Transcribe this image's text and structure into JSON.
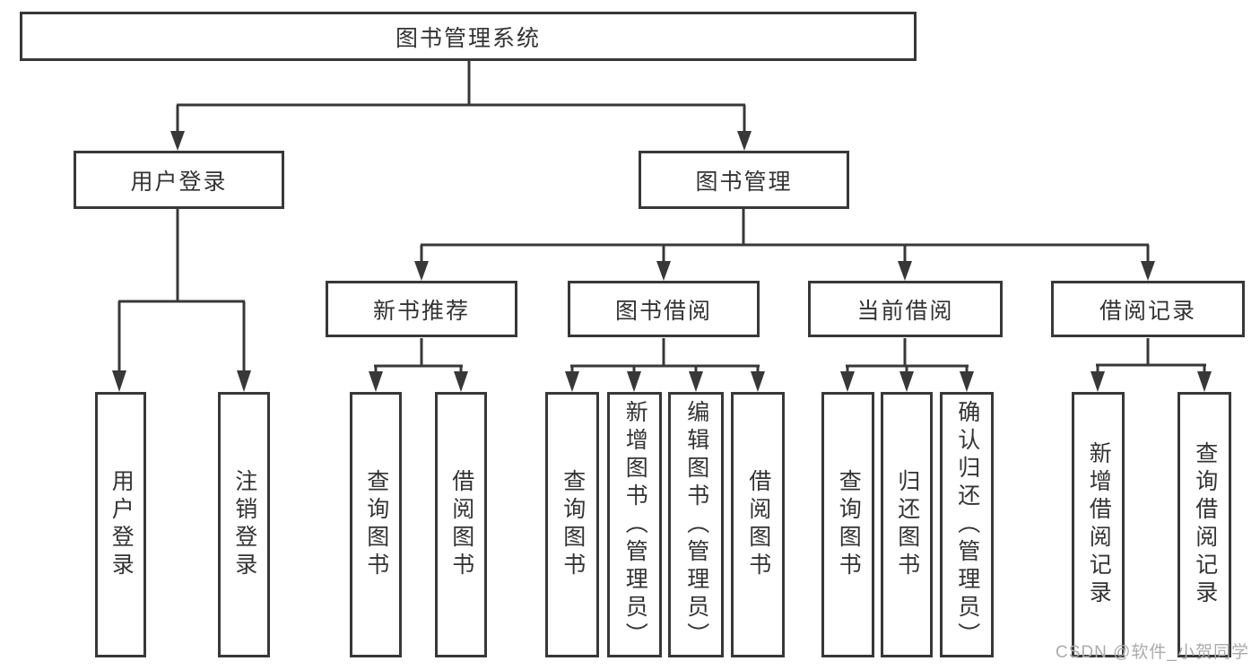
{
  "tree": {
    "root": {
      "label": "图书管理系统"
    },
    "level2": [
      {
        "label": "用户登录",
        "children": [
          {
            "label": "用户登录"
          },
          {
            "label": "注销登录"
          }
        ]
      },
      {
        "label": "图书管理",
        "children": [
          {
            "label": "新书推荐",
            "children": [
              {
                "label": "查询图书"
              },
              {
                "label": "借阅图书"
              }
            ]
          },
          {
            "label": "图书借阅",
            "children": [
              {
                "label": "查询图书"
              },
              {
                "label": "新增图书（管理员）"
              },
              {
                "label": "编辑图书（管理员）"
              },
              {
                "label": "借阅图书"
              }
            ]
          },
          {
            "label": "当前借阅",
            "children": [
              {
                "label": "查询图书"
              },
              {
                "label": "归还图书"
              },
              {
                "label": "确认归还（管理员）"
              }
            ]
          },
          {
            "label": "借阅记录",
            "children": [
              {
                "label": "新增借阅记录"
              },
              {
                "label": "查询借阅记录"
              }
            ]
          }
        ]
      }
    ]
  },
  "watermark": "CSDN @软件_小贺同学",
  "colors": {
    "line": "#383838",
    "text": "#333333",
    "watermark": "#ababab",
    "background": "#ffffff"
  }
}
